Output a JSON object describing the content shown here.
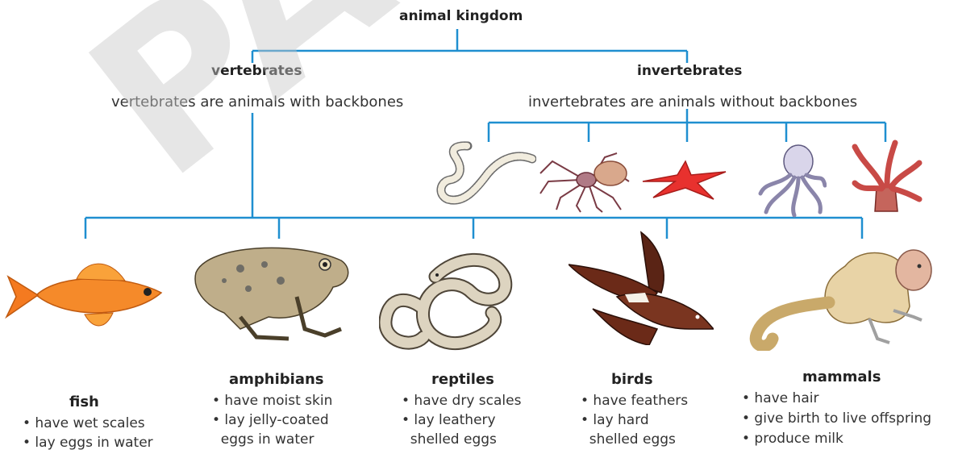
{
  "root": "animal kingdom",
  "vertebrates": {
    "label": "vertebrates",
    "definition": "vertebrates are animals with backbones"
  },
  "invertebrates": {
    "label": "invertebrates",
    "definition": "invertebrates are animals without backbones"
  },
  "groups": [
    {
      "name": "fish",
      "traits": [
        "• have wet scales",
        "• lay eggs in water"
      ]
    },
    {
      "name": "amphibians",
      "traits": [
        "• have moist skin",
        "• lay jelly-coated",
        "  eggs in water"
      ]
    },
    {
      "name": "reptiles",
      "traits": [
        "• have dry scales",
        "• lay leathery",
        "  shelled eggs"
      ]
    },
    {
      "name": "birds",
      "traits": [
        "• have feathers",
        "• lay hard",
        "  shelled eggs"
      ]
    },
    {
      "name": "mammals",
      "traits": [
        "• have hair",
        "• give birth to live offspring",
        "• produce milk"
      ]
    }
  ],
  "watermark": "PAGE PR",
  "colors": {
    "tree_lines": "#1f8fd0"
  }
}
